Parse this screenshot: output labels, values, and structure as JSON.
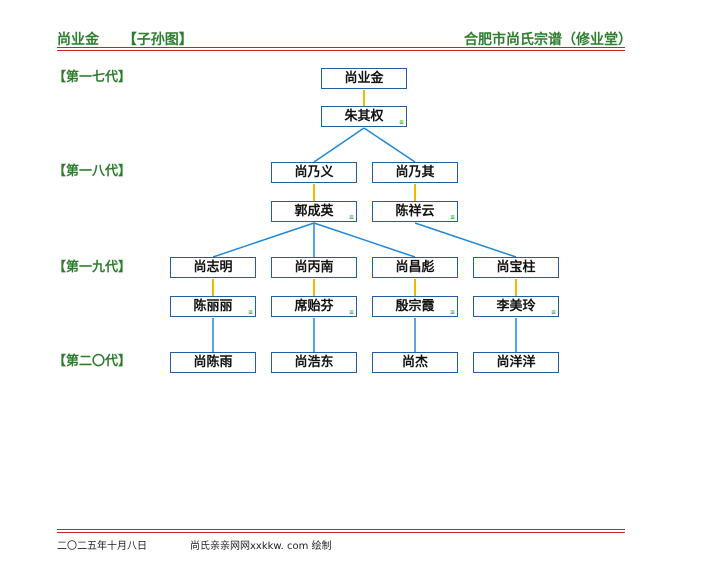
{
  "header": {
    "person_label": "尚业金",
    "section_label": "【子孙图】",
    "genealogy_title": "合肥市尚氏宗谱（修业堂）"
  },
  "generations": [
    "【第一七代】",
    "【第一八代】",
    "【第一九代】",
    "【第二〇代】"
  ],
  "tree": {
    "root": "尚业金",
    "root_spouse": "朱其权",
    "children": [
      {
        "name": "尚乃义",
        "spouse": "郭成英",
        "children": [
          {
            "name": "尚志明",
            "spouse": "陈丽丽",
            "child": "尚陈雨"
          },
          {
            "name": "尚丙南",
            "spouse": "席贻芬",
            "child": "尚浩东"
          },
          {
            "name": "尚昌彪",
            "spouse": "殷宗霞",
            "child": "尚杰"
          }
        ]
      },
      {
        "name": "尚乃其",
        "spouse": "陈祥云",
        "children": [
          {
            "name": "尚宝柱",
            "spouse": "李美玲",
            "child": "尚洋洋"
          }
        ]
      }
    ]
  },
  "spouse_marker": "≡",
  "footer": {
    "date": "二〇二五年十月八日",
    "credit": "尚氏亲亲网网xxkkw. com  绘制"
  },
  "colors": {
    "title_green": "#2e7d2e",
    "rule_red": "#cc2222",
    "box_border": "#1f5fa8",
    "descent_line": "#1e88d8",
    "marriage_line": "#f0b800"
  }
}
